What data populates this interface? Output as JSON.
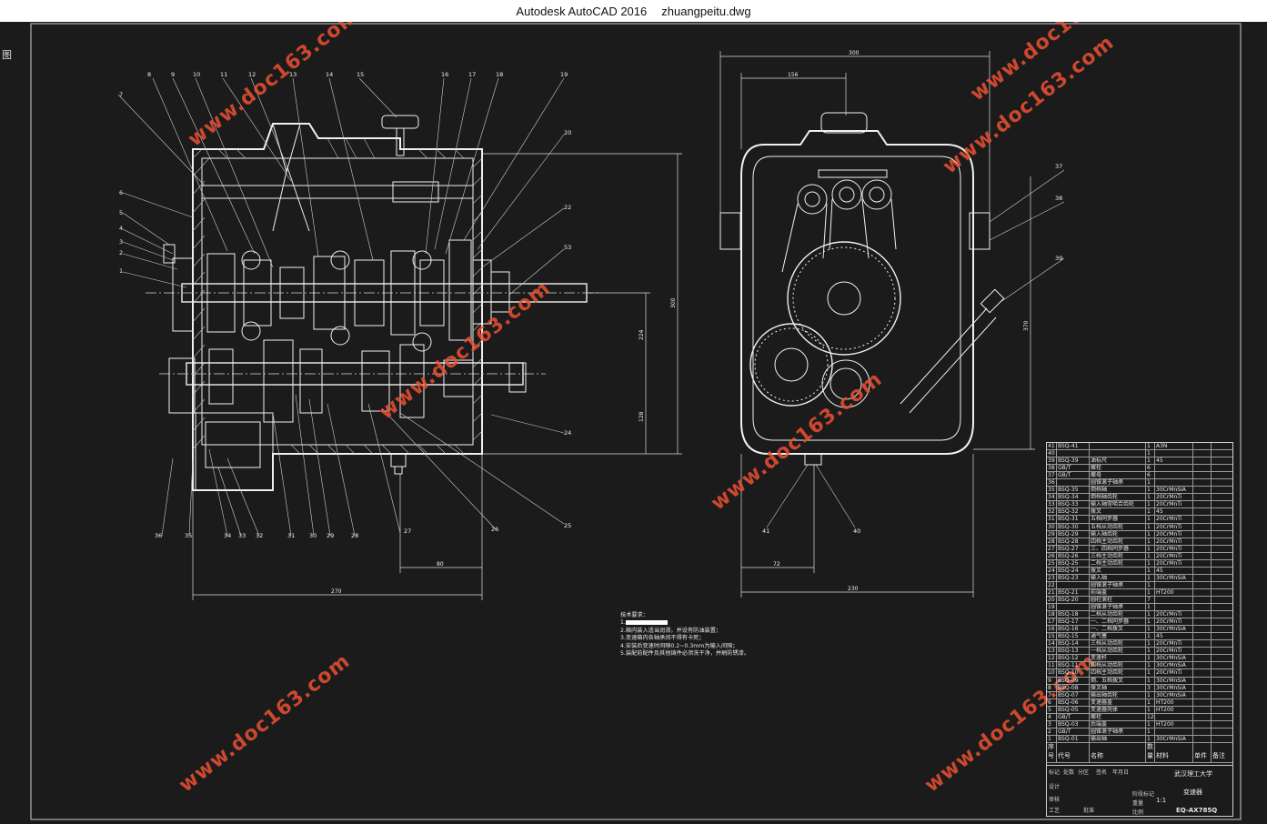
{
  "window": {
    "app_name": "Autodesk AutoCAD 2016",
    "file_name": "zhuangpeitu.dwg",
    "menu_glyph": "图"
  },
  "watermark": "www.doc163.com",
  "colors": {
    "canvas_bg": "#1b1b1b",
    "line": "#f0f0f0",
    "watermark": "#eb5032"
  },
  "front_view": {
    "leaders": [
      "1",
      "2",
      "3",
      "4",
      "5",
      "6",
      "7",
      "8",
      "9",
      "10",
      "11",
      "12",
      "13",
      "14",
      "15",
      "16",
      "17",
      "18",
      "19",
      "20",
      "22",
      "53",
      "24",
      "25",
      "26",
      "27",
      "28",
      "29",
      "30",
      "31",
      "32",
      "33",
      "34",
      "35",
      "36"
    ],
    "dims": [
      "270",
      "80",
      "300",
      "224",
      "128"
    ]
  },
  "side_view": {
    "leaders": [
      "37",
      "38",
      "39",
      "40",
      "41"
    ],
    "dims": [
      "300",
      "156",
      "72",
      "230",
      "370"
    ]
  },
  "technical_requirements": {
    "heading": "技术要求：",
    "items": [
      "1.",
      "2.箱内装入适当润滑，并设有防油装置；",
      "3.变速箱内各轴承间不得有卡死；",
      "4.安装后变速时间隙0.2~0.3mm为输入间隙；",
      "5.装配前配件及其他铸件必须洗干净，并刷防锈漆。"
    ]
  },
  "bom": {
    "rows": [
      [
        "41",
        "BSQ-41",
        "",
        "1",
        "A3N",
        "",
        ""
      ],
      [
        "40",
        "",
        "",
        "1",
        "",
        "",
        ""
      ],
      [
        "39",
        "BSQ-39",
        "油标尺",
        "1",
        "45",
        "",
        ""
      ],
      [
        "38",
        "GB/T",
        "螺栓",
        "6",
        "",
        "",
        ""
      ],
      [
        "37",
        "GB/T",
        "螺母",
        "6",
        "",
        "",
        ""
      ],
      [
        "36",
        "",
        "圆锥滚子轴承",
        "1",
        "",
        "",
        ""
      ],
      [
        "35",
        "BSQ-35",
        "倒档轴",
        "1",
        "30CrMnSiA",
        "",
        ""
      ],
      [
        "34",
        "BSQ-34",
        "倒档轴齿轮",
        "1",
        "20CrMnTi",
        "",
        ""
      ],
      [
        "33",
        "BSQ-33",
        "输入轴常啮合齿轮",
        "1",
        "20CrMnTi",
        "",
        ""
      ],
      [
        "32",
        "BSQ-32",
        "拨叉",
        "1",
        "45",
        "",
        ""
      ],
      [
        "31",
        "BSQ-31",
        "五档同步器",
        "1",
        "20CrMnTi",
        "",
        ""
      ],
      [
        "30",
        "BSQ-30",
        "五档从动齿轮",
        "1",
        "20CrMnTi",
        "",
        ""
      ],
      [
        "29",
        "BSQ-29",
        "输入轴齿轮",
        "1",
        "20CrMnTi",
        "",
        ""
      ],
      [
        "28",
        "BSQ-28",
        "四档主动齿轮",
        "1",
        "20CrMnTi",
        "",
        ""
      ],
      [
        "27",
        "BSQ-27",
        "三、四档同步器",
        "1",
        "20CrMnTi",
        "",
        ""
      ],
      [
        "26",
        "BSQ-26",
        "三档主动齿轮",
        "1",
        "20CrMnTi",
        "",
        ""
      ],
      [
        "25",
        "BSQ-25",
        "二档主动齿轮",
        "1",
        "20CrMnTi",
        "",
        ""
      ],
      [
        "24",
        "BSQ-24",
        "拨叉",
        "1",
        "45",
        "",
        ""
      ],
      [
        "23",
        "BSQ-23",
        "输入轴",
        "1",
        "30CrMnSiA",
        "",
        ""
      ],
      [
        "22",
        "",
        "圆锥滚子轴承",
        "1",
        "",
        "",
        ""
      ],
      [
        "21",
        "BSQ-21",
        "前端盖",
        "1",
        "HT200",
        "",
        ""
      ],
      [
        "20",
        "BSQ-20",
        "圆柱滚柱",
        "7",
        "",
        "",
        ""
      ],
      [
        "19",
        "",
        "圆锥滚子轴承",
        "1",
        "",
        "",
        ""
      ],
      [
        "18",
        "BSQ-18",
        "二档从动齿轮",
        "1",
        "20CrMnTi",
        "",
        ""
      ],
      [
        "17",
        "BSQ-17",
        "一、二档同步器",
        "1",
        "20CrMnTi",
        "",
        ""
      ],
      [
        "16",
        "BSQ-16",
        "一、二档拨叉",
        "1",
        "30CrMnSiA",
        "",
        ""
      ],
      [
        "15",
        "BSQ-15",
        "通气塞",
        "1",
        "45",
        "",
        ""
      ],
      [
        "14",
        "BSQ-14",
        "三档从动齿轮",
        "1",
        "20CrMnTi",
        "",
        ""
      ],
      [
        "13",
        "BSQ-13",
        "一档从动齿轮",
        "1",
        "20CrMnTi",
        "",
        ""
      ],
      [
        "12",
        "BSQ-12",
        "变速杆",
        "1",
        "30CrMnSiA",
        "",
        ""
      ],
      [
        "11",
        "BSQ-11",
        "四档从动齿轮",
        "1",
        "30CrMnSiA",
        "",
        ""
      ],
      [
        "10",
        "BSQ-10",
        "四档主动齿轮",
        "1",
        "20CrMnTi",
        "",
        ""
      ],
      [
        "9",
        "BSQ-09",
        "倒、五档拨叉",
        "1",
        "30CrMnSiA",
        "",
        ""
      ],
      [
        "8",
        "BSQ-08",
        "拨叉轴",
        "3",
        "30CrMnSiA",
        "",
        ""
      ],
      [
        "7",
        "BSQ-07",
        "输出轴齿轮",
        "1",
        "30CrMnSiA",
        "",
        ""
      ],
      [
        "6",
        "BSQ-06",
        "变速器盖",
        "1",
        "HT200",
        "",
        ""
      ],
      [
        "5",
        "BSQ-05",
        "变速器壳体",
        "1",
        "HT200",
        "",
        ""
      ],
      [
        "4",
        "GB/T",
        "螺栓",
        "12",
        "",
        "",
        ""
      ],
      [
        "3",
        "BSQ-03",
        "后端盖",
        "1",
        "HT200",
        "",
        ""
      ],
      [
        "2",
        "GB/T",
        "圆锥滚子轴承",
        "1",
        "",
        "",
        ""
      ],
      [
        "1",
        "BSQ-01",
        "输出轴",
        "1",
        "30CrMnSiA",
        "",
        ""
      ]
    ],
    "header": [
      "序号",
      "代号",
      "名称",
      "数量",
      "材料",
      "单件",
      "备注"
    ],
    "title_block": {
      "school": "武汉理工大学",
      "drawing_name": "变速器",
      "drawing_code": "EQ-AX785Q",
      "scale": "1:1",
      "labels": [
        "标记",
        "处数",
        "分区",
        "签名",
        "年月日",
        "设计",
        "审核",
        "工艺",
        "批准",
        "阶段标记",
        "重量",
        "比例"
      ]
    }
  }
}
